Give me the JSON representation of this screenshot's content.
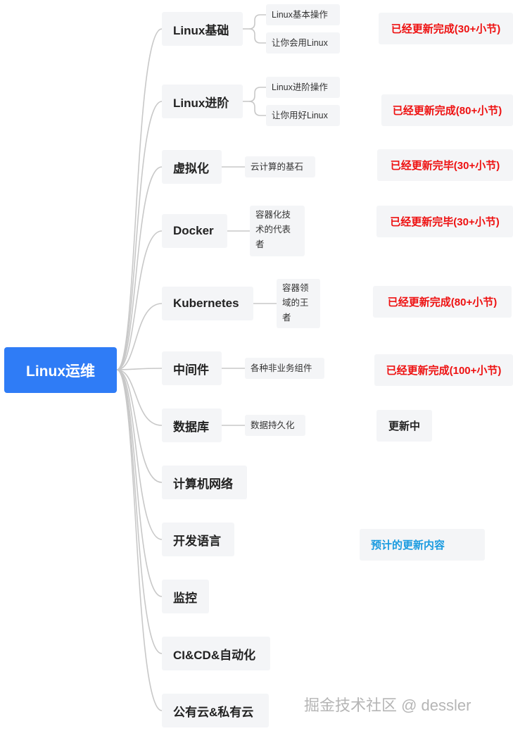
{
  "root": {
    "label": "Linux运维"
  },
  "branches": [
    {
      "label": "Linux基础",
      "subs": [
        "Linux基本操作",
        "让你会用Linux"
      ]
    },
    {
      "label": "Linux进阶",
      "subs": [
        "Linux进阶操作",
        "让你用好Linux"
      ]
    },
    {
      "label": "虚拟化",
      "subs": [
        "云计算的基石"
      ]
    },
    {
      "label": "Docker",
      "subs": [
        "容器化技术的代表者"
      ]
    },
    {
      "label": "Kubernetes",
      "subs": [
        "容器领域的王者"
      ]
    },
    {
      "label": "中间件",
      "subs": [
        "各种非业务组件"
      ]
    },
    {
      "label": "数据库",
      "subs": [
        "数据持久化"
      ]
    },
    {
      "label": "计算机网络",
      "subs": []
    },
    {
      "label": "开发语言",
      "subs": []
    },
    {
      "label": "监控",
      "subs": []
    },
    {
      "label": "CI&CD&自动化",
      "subs": []
    },
    {
      "label": "公有云&私有云",
      "subs": []
    }
  ],
  "status_labels": [
    "已经更新完成(30+小节)",
    "已经更新完成(80+小节)",
    "已经更新完毕(30+小节)",
    "已经更新完毕(30+小节)",
    "已经更新完成(80+小节)",
    "已经更新完成(100+小节)",
    "更新中",
    "预计的更新内容"
  ],
  "colors": {
    "root_bg": "#2f7cf6",
    "node_bg": "#f4f5f7",
    "status_done": "#ee1111",
    "status_planned": "#1a9be0",
    "connector": "#c8c8c8"
  },
  "watermark": "掘金技术社区 @ dessler"
}
